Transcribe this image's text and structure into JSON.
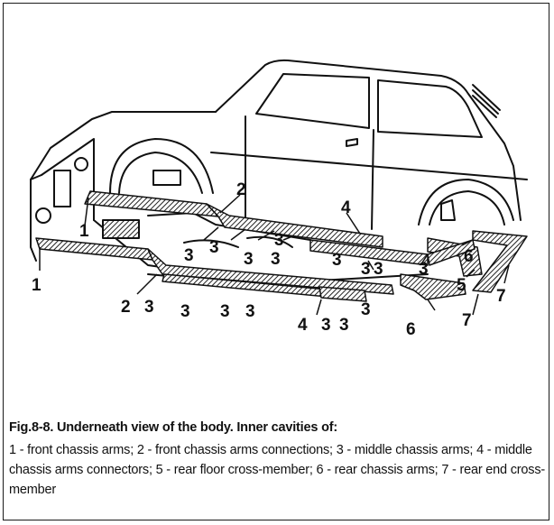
{
  "figure": {
    "callouts": [
      "1",
      "1",
      "2",
      "2",
      "3",
      "3",
      "3",
      "3",
      "3",
      "3",
      "3",
      "3",
      "3",
      "3",
      "3",
      "3",
      "3",
      "3",
      "3",
      "3",
      "4",
      "4",
      "5",
      "6",
      "6",
      "7",
      "7"
    ],
    "caption_title": "Fig.8-8. Underneath view of the body. Inner cavities of:",
    "caption_text": "1 - front chassis arms; 2 - front chassis arms connections; 3 - middle chassis arms; 4 - middle chassis arms connectors; 5 - rear floor cross-member; 6 - rear chassis arms; 7 - rear end cross-member"
  },
  "colors": {
    "line": "#111111",
    "hatch": "#333333",
    "background": "#ffffff"
  }
}
